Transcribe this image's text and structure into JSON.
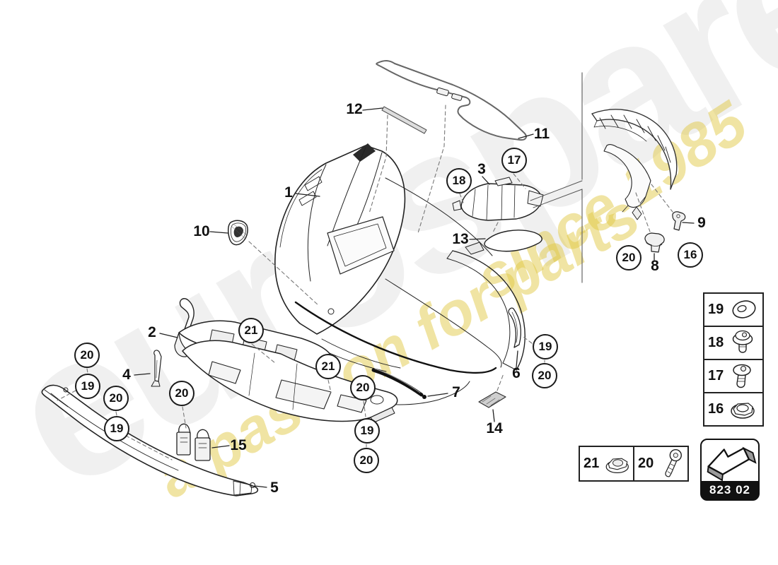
{
  "watermark": {
    "brand": "eurospares",
    "tagline": "a passion for parts",
    "tagline2": "since 1985"
  },
  "diagram": {
    "circles": [
      {
        "n": "17"
      },
      {
        "n": "18"
      },
      {
        "n": "20"
      },
      {
        "n": "16"
      },
      {
        "n": "20"
      },
      {
        "n": "19"
      },
      {
        "n": "20"
      },
      {
        "n": "19"
      },
      {
        "n": "20"
      },
      {
        "n": "21"
      },
      {
        "n": "21"
      },
      {
        "n": "20"
      },
      {
        "n": "19"
      },
      {
        "n": "20"
      },
      {
        "n": "19"
      },
      {
        "n": "20"
      }
    ],
    "labels": [
      {
        "n": "1"
      },
      {
        "n": "2"
      },
      {
        "n": "3"
      },
      {
        "n": "4"
      },
      {
        "n": "5"
      },
      {
        "n": "6"
      },
      {
        "n": "7"
      },
      {
        "n": "8"
      },
      {
        "n": "9"
      },
      {
        "n": "10"
      },
      {
        "n": "11"
      },
      {
        "n": "12"
      },
      {
        "n": "13"
      },
      {
        "n": "14"
      },
      {
        "n": "15"
      }
    ]
  },
  "legend": {
    "rows": [
      {
        "num": "19",
        "icon": "washer"
      },
      {
        "num": "18",
        "icon": "screw-large-washer"
      },
      {
        "num": "17",
        "icon": "screw-washer"
      },
      {
        "num": "16",
        "icon": "flange-nut"
      }
    ]
  },
  "fasteners": [
    {
      "num": "21",
      "icon": "flange-nut"
    },
    {
      "num": "20",
      "icon": "torx-screw"
    }
  ],
  "badge": {
    "code": "823 02"
  }
}
